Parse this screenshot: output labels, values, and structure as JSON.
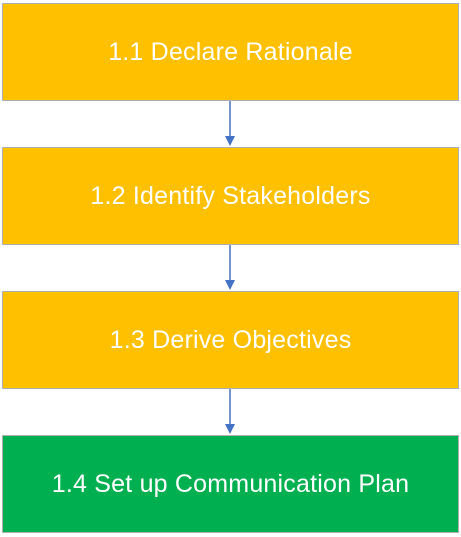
{
  "steps": [
    {
      "label": "1.1 Declare Rationale",
      "color": "#ffc000"
    },
    {
      "label": "1.2 Identify Stakeholders",
      "color": "#ffc000"
    },
    {
      "label": "1.3 Derive Objectives",
      "color": "#ffc000"
    },
    {
      "label": "1.4 Set up Communication Plan",
      "color": "#00b050"
    }
  ],
  "connector_color": "#4472c4"
}
